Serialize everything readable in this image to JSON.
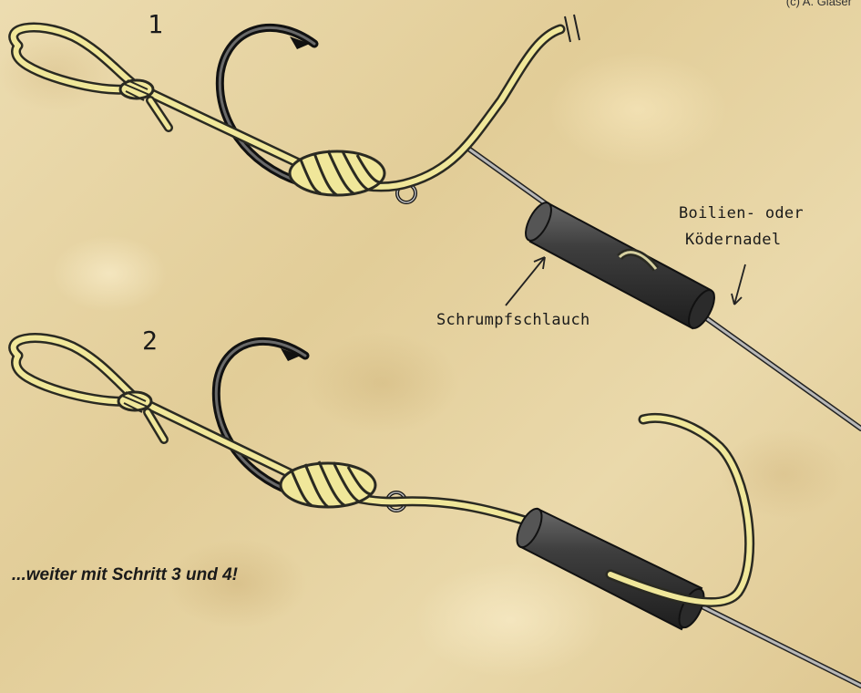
{
  "copyright": "(c) A. Gläser",
  "steps": [
    "1",
    "2"
  ],
  "labels": {
    "needle_line1": "Boilien- oder",
    "needle_line2": "Ködernadel",
    "tube": "Schrumpfschlauch"
  },
  "note": "...weiter mit Schritt 3 und 4!",
  "colors": {
    "line_fill": "#f0e79a",
    "line_outline": "#2a2a22",
    "tube": "#3a3a3a",
    "needle": "#9a9a9a"
  }
}
